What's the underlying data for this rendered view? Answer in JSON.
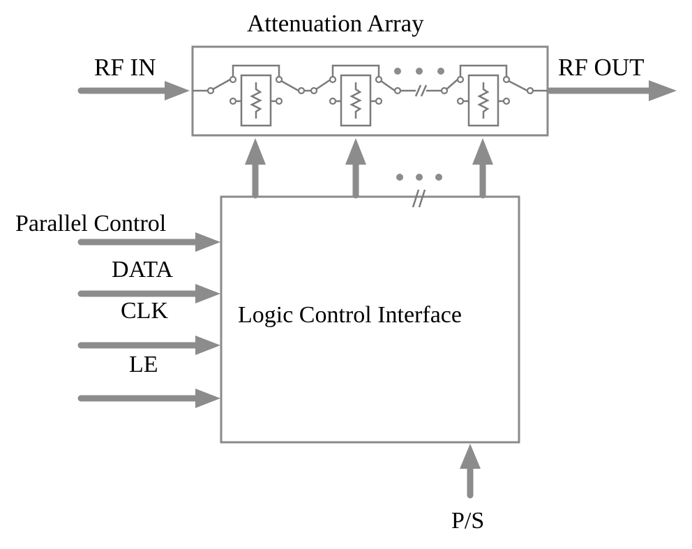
{
  "labels": {
    "array_title": "Attenuation Array",
    "rf_in": "RF IN",
    "rf_out": "RF OUT",
    "parallel_control": "Parallel Control",
    "data": "DATA",
    "clk": "CLK",
    "le": "LE",
    "logic_block": "Logic Control Interface",
    "ps": "P/S"
  },
  "colors": {
    "arrow": "#8c8c8c",
    "box_border": "#8a8a8a",
    "wire": "#7a7a7a",
    "text": "#000000"
  }
}
